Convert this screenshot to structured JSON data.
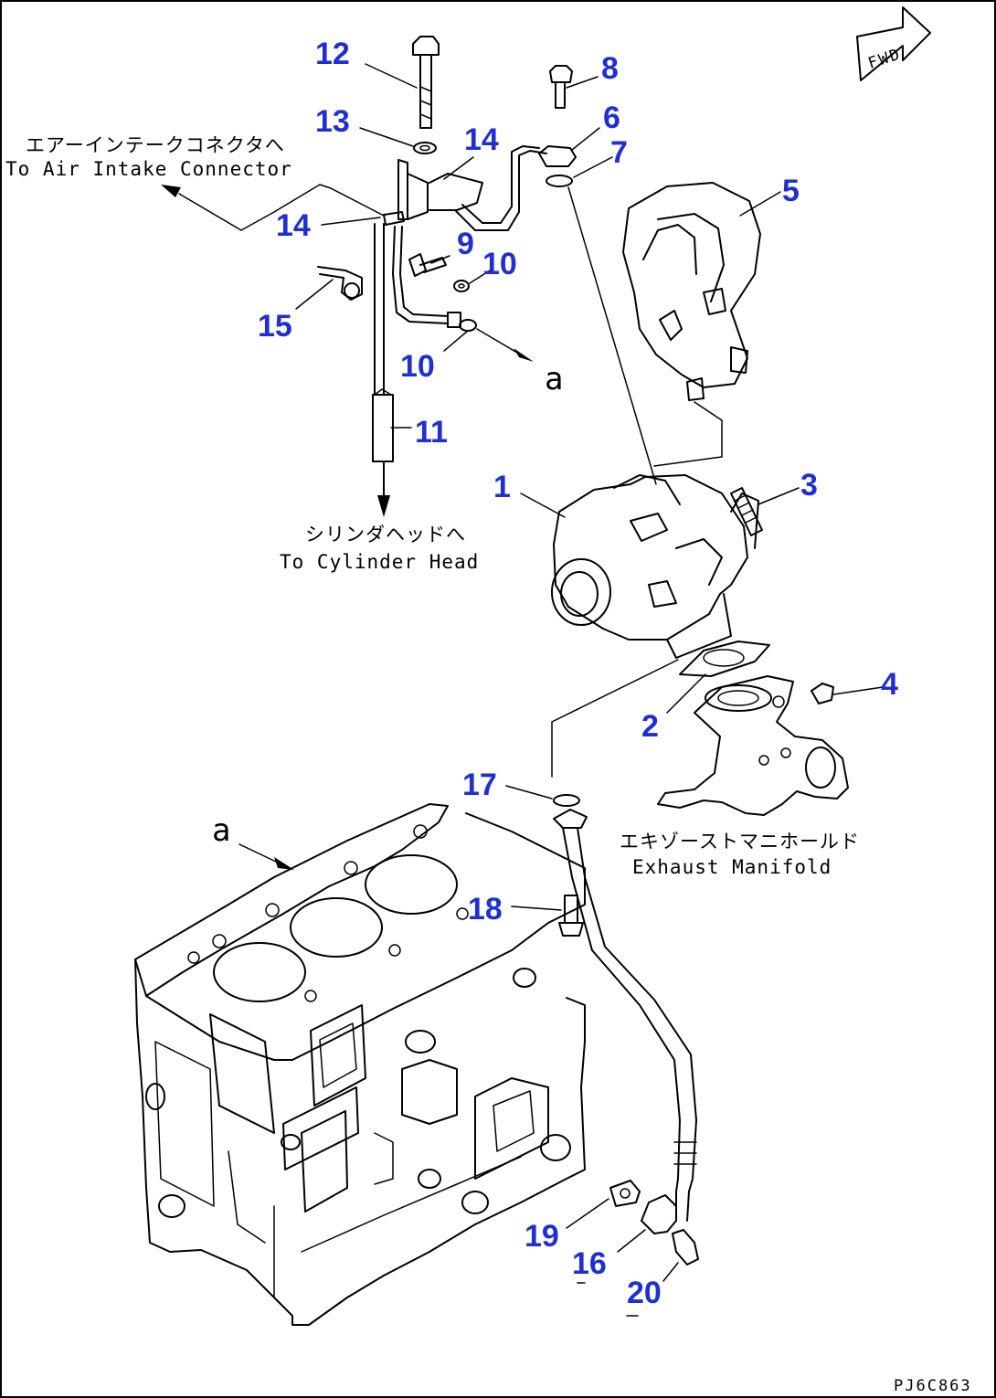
{
  "drawing_code": "PJ6C863",
  "fwd_label": "FWD",
  "destinations": {
    "air_intake_jp": "エアーインテークコネクタへ",
    "air_intake_en": "To Air Intake Connector",
    "cylinder_head_jp": "シリンダヘッドへ",
    "cylinder_head_en": "To Cylinder Head",
    "exhaust_manifold_jp": "エキゾーストマニホールド",
    "exhaust_manifold_en": "Exhaust Manifold"
  },
  "reference_letter": "a",
  "callouts": [
    "1",
    "2",
    "3",
    "4",
    "5",
    "6",
    "7",
    "8",
    "9",
    "10",
    "10",
    "11",
    "12",
    "13",
    "14",
    "14",
    "15",
    "16",
    "17",
    "18",
    "19",
    "20"
  ],
  "colors": {
    "callout": "#1f2fd0",
    "line": "#000000",
    "background": "#ffffff"
  }
}
